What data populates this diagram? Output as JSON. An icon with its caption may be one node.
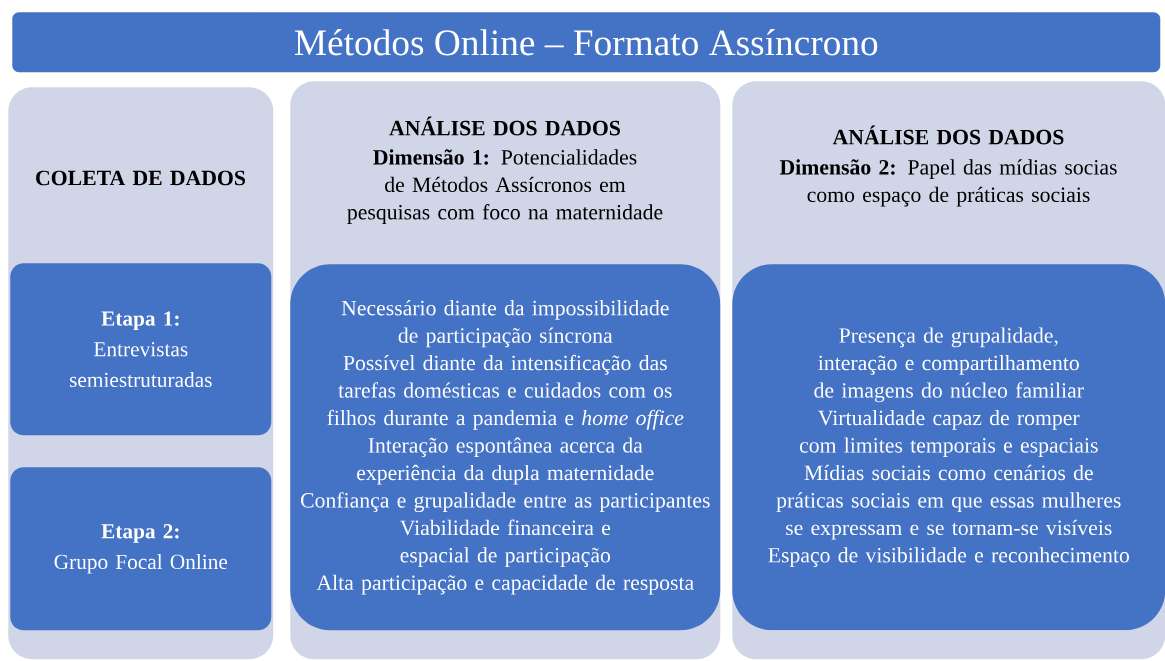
{
  "diagram": {
    "title": "Métodos Online – Formato Assíncrono",
    "nodes": [
      {
        "text": [
          "COLETA DE DADOS"
        ]
      },
      {
        "text": [
          "Etapa 1:",
          "Entrevistas semiestruturadas"
        ],
        "in": 0
      },
      {
        "text": [
          "Etapa 2:",
          "Grupo Focal Online"
        ],
        "in": 0
      },
      {
        "text": [
          "ANÁLISE DOS DADOS",
          "**Dimensão 1:** Potencialidades de Métodos Assícronos em pesquisas com foco na maternidade"
        ]
      },
      {
        "text": [
          "Necessário diante da impossibilidade de participação síncrona",
          "Possível diante da intensificação das tarefas domésticas e cuidados com os filhos durante a pandemia e *home office*",
          "Interação espontânea acerca da experiência da dupla maternidade",
          "Confiança e grupalidade entre as participantes",
          "Viabilidade financeira e espacial de participação",
          "Alta participação e capacidade de resposta"
        ],
        "in": 3
      },
      {
        "text": [
          "ANÁLISE DOS DADOS",
          "**Dimensão 2:** Papel das mídias socias como espaço de práticas sociais"
        ]
      },
      {
        "text": [
          "Presença de grupalidade, interação e compartilhamento de imagens do núcleo familiar",
          "Virtualidade capaz de romper com limites temporais e espaciais",
          "Mídias sociais como cenários de práticas sociais em que essas mulheres se expressam e se tornam-se visíveis",
          "Espaço de visibilidade e reconhecimento"
        ],
        "in": 5
      }
    ]
  }
}
